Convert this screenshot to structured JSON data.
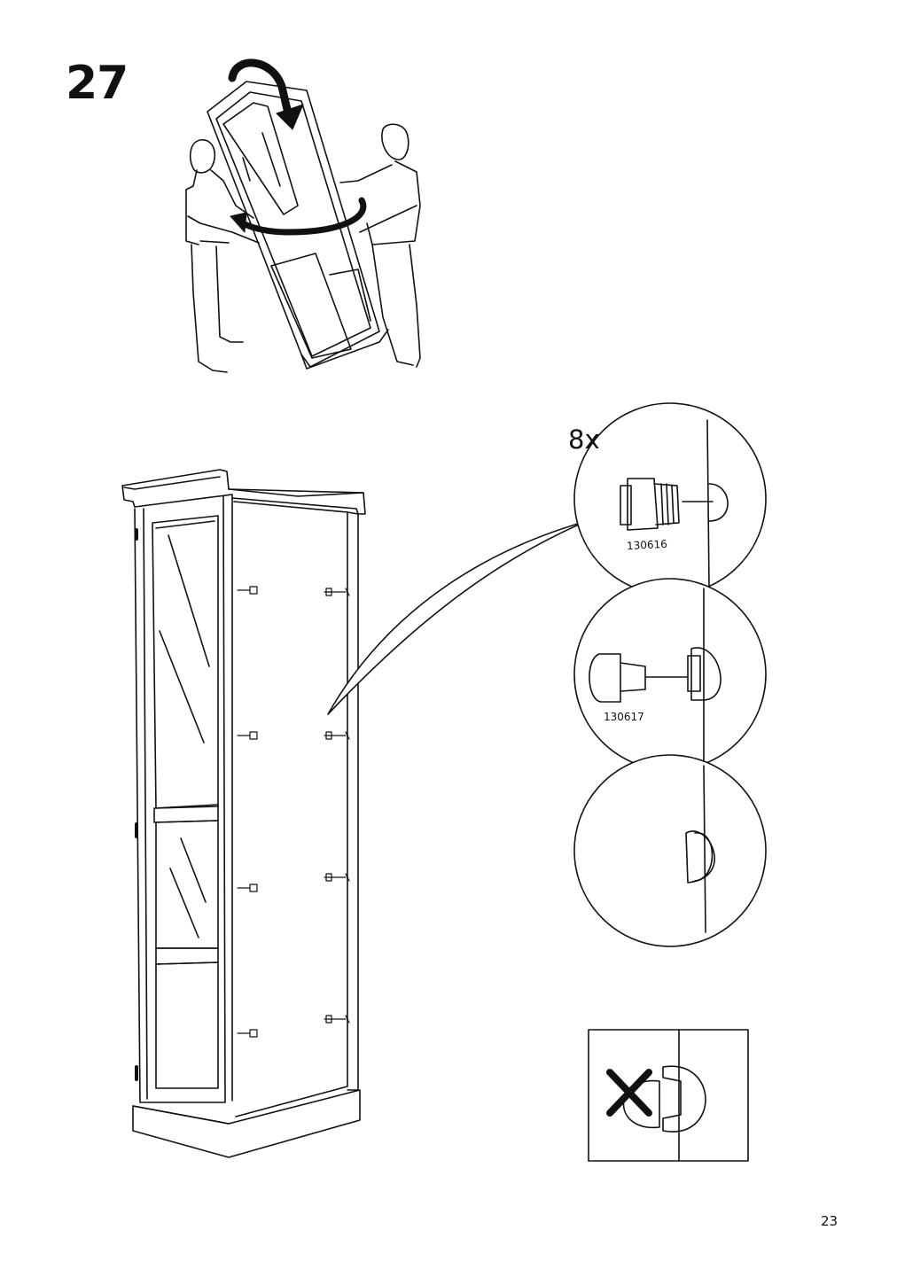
{
  "step": {
    "number": "27"
  },
  "detail": {
    "quantity": "8x",
    "part_dowel": "130616",
    "part_cap": "130617"
  },
  "footer": {
    "page_number": "23"
  }
}
